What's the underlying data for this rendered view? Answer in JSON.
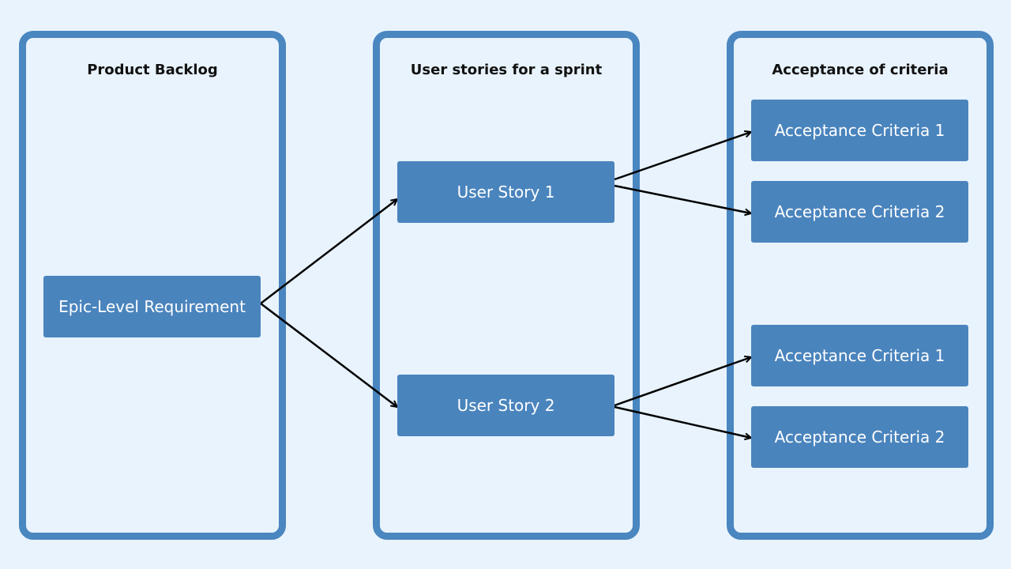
{
  "colors": {
    "background": "#e8f3fd",
    "column_border": "#4a86bf",
    "node_fill": "#4a84bd",
    "node_text": "#ffffff",
    "arrow": "#000000"
  },
  "columns": [
    {
      "title": "Product Backlog"
    },
    {
      "title": "User stories for a sprint"
    },
    {
      "title": "Acceptance of criteria"
    }
  ],
  "nodes": {
    "epic": "Epic-Level Requirement",
    "story1": "User Story 1",
    "story2": "User Story 2",
    "criteria_1a": "Acceptance Criteria 1",
    "criteria_1b": "Acceptance Criteria 2",
    "criteria_2a": "Acceptance Criteria 1",
    "criteria_2b": "Acceptance Criteria 2"
  }
}
